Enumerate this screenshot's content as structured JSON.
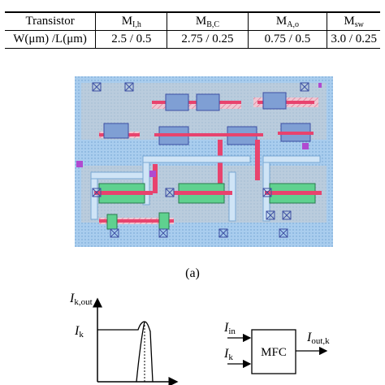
{
  "table": {
    "header": {
      "label": "Transistor",
      "cols": [
        {
          "main": "M",
          "sub": "I,h"
        },
        {
          "main": "M",
          "sub": "B,C"
        },
        {
          "main": "M",
          "sub": "A,o"
        },
        {
          "main": "M",
          "sub": "sw"
        }
      ]
    },
    "row": {
      "label": "W(μm) /L(μm)",
      "values": [
        "2.5 / 0.5",
        "2.75 / 0.25",
        "0.75 / 0.5",
        "3.0 / 0.25"
      ]
    }
  },
  "figure": {
    "caption": "(a)"
  },
  "plot": {
    "ylabel_main": "I",
    "ylabel_sub": "k,out",
    "level_main": "I",
    "level_sub": "k"
  },
  "block": {
    "box_label": "MFC",
    "in1_main": "I",
    "in1_sub": "in",
    "in2_main": "I",
    "in2_sub": "k",
    "out_main": "I",
    "out_sub": "out,k"
  },
  "colors": {
    "layout_bg": "#9fc8ea",
    "poly": "#e8436e",
    "metal": "#f3b8c8",
    "active_green": "#5fd18f",
    "gate_blue": "#7f9fd4",
    "contact": "#3d4fa3",
    "purple": "#b04ad0"
  }
}
